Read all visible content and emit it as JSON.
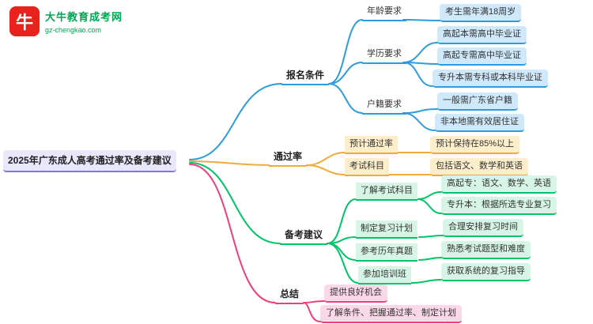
{
  "logo": {
    "icon_glyph": "牛",
    "title": "大牛教育成考网",
    "url": "gz-chengkao.com",
    "icon_color": "#e8221c",
    "text_color": "#00a651"
  },
  "root": {
    "label": "2025年广东成人高考通过率及备考建议",
    "color": "#8276d8",
    "bg": "#e9e7fa"
  },
  "branches": [
    {
      "label": "报名条件",
      "color": "#2e9bdc",
      "bg": "#cfe9fa",
      "children": [
        {
          "label": "年龄要求",
          "children": [
            {
              "label": "考生需年满18周岁"
            }
          ]
        },
        {
          "label": "学历要求",
          "children": [
            {
              "label": "高起本需高中毕业证"
            },
            {
              "label": "高起专需高中毕业证"
            },
            {
              "label": "专升本需专科或本科毕业证"
            }
          ]
        },
        {
          "label": "户籍要求",
          "children": [
            {
              "label": "一般需广东省户籍"
            },
            {
              "label": "非本地需有效居住证"
            }
          ]
        }
      ]
    },
    {
      "label": "通过率",
      "color": "#f2a93b",
      "bg": "#fdeecb",
      "children": [
        {
          "label": "预计通过率",
          "children": [
            {
              "label": "预计保持在85%以上"
            }
          ]
        },
        {
          "label": "考试科目",
          "children": [
            {
              "label": "包括语文、数学和英语"
            }
          ]
        }
      ]
    },
    {
      "label": "备考建议",
      "color": "#00c46a",
      "bg": "#d7f5e7",
      "children": [
        {
          "label": "了解考试科目",
          "children": [
            {
              "label": "高起专：语文、数学、英语"
            },
            {
              "label": "专升本：根据所选专业复习"
            }
          ]
        },
        {
          "label": "制定复习计划",
          "children": [
            {
              "label": "合理安排复习时间"
            }
          ]
        },
        {
          "label": "参考历年真题",
          "children": [
            {
              "label": "熟悉考试题型和难度"
            }
          ]
        },
        {
          "label": "参加培训班",
          "children": [
            {
              "label": "获取系统的复习指导"
            }
          ]
        }
      ]
    },
    {
      "label": "总结",
      "color": "#ee3f7d",
      "bg": "#fbd8e7",
      "children": [
        {
          "label": "提供良好机会"
        },
        {
          "label": "了解条件、把握通过率、制定计划"
        }
      ]
    }
  ]
}
